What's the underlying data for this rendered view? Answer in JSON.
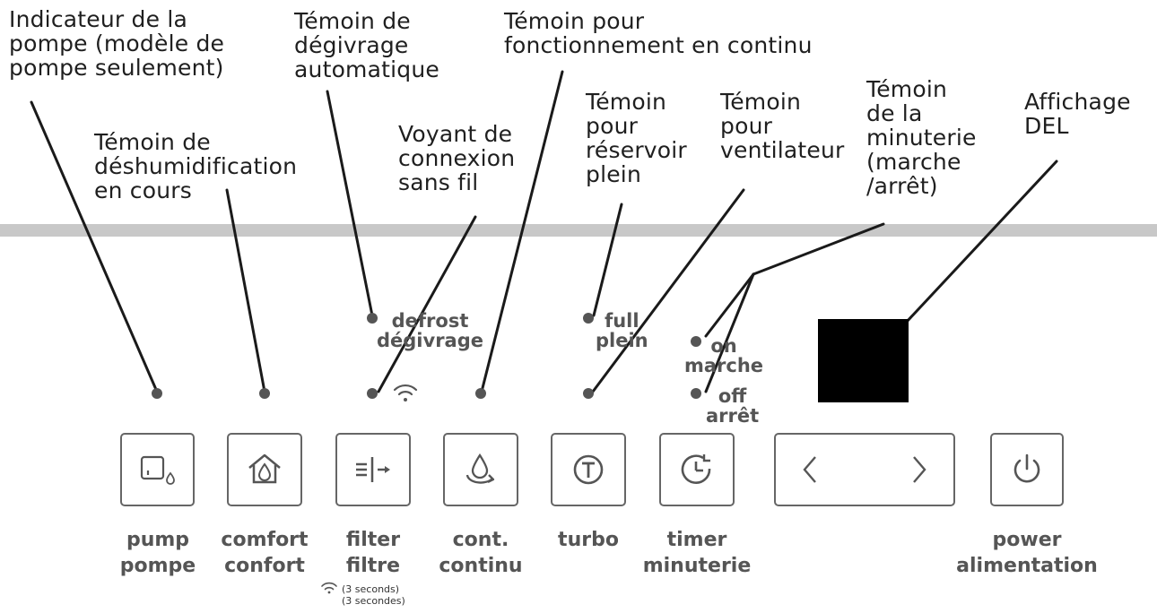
{
  "callouts": {
    "pump_indicator": "Indicateur de la\npompe (modèle de\npompe seulement)",
    "dehumidifying": "Témoin de\ndéshumidification\nen cours",
    "auto_defrost": "Témoin de\ndégivrage\nautomatique",
    "wifi": "Voyant de\nconnexion\nsans fil",
    "continuous": "Témoin pour\nfonctionnement en continu",
    "tank_full": "Témoin\npour\nréservoir\nplein",
    "fan": "Témoin\npour\nventilateur",
    "timer": "Témoin\nde la\nminuterie\n(marche\n/arrêt)",
    "display": "Affichage\nDEL"
  },
  "indicators": {
    "defrost": "defrost\ndégivrage",
    "full": "full\nplein",
    "on": "on\nmarche",
    "off": "off\narrêt"
  },
  "buttons": {
    "pump": "pump\npompe",
    "comfort": "comfort\nconfort",
    "filter": "filter\nfiltre",
    "cont": "cont.\ncontinu",
    "turbo": "turbo",
    "timer": "timer\nminuterie",
    "power": "power\nalimentation"
  },
  "filter_note": "(3 seconds)\n(3 secondes)",
  "colors": {
    "panel_text": "#555555",
    "button_border": "#666666",
    "divider": "#c8c8c8",
    "display": "#000000"
  }
}
